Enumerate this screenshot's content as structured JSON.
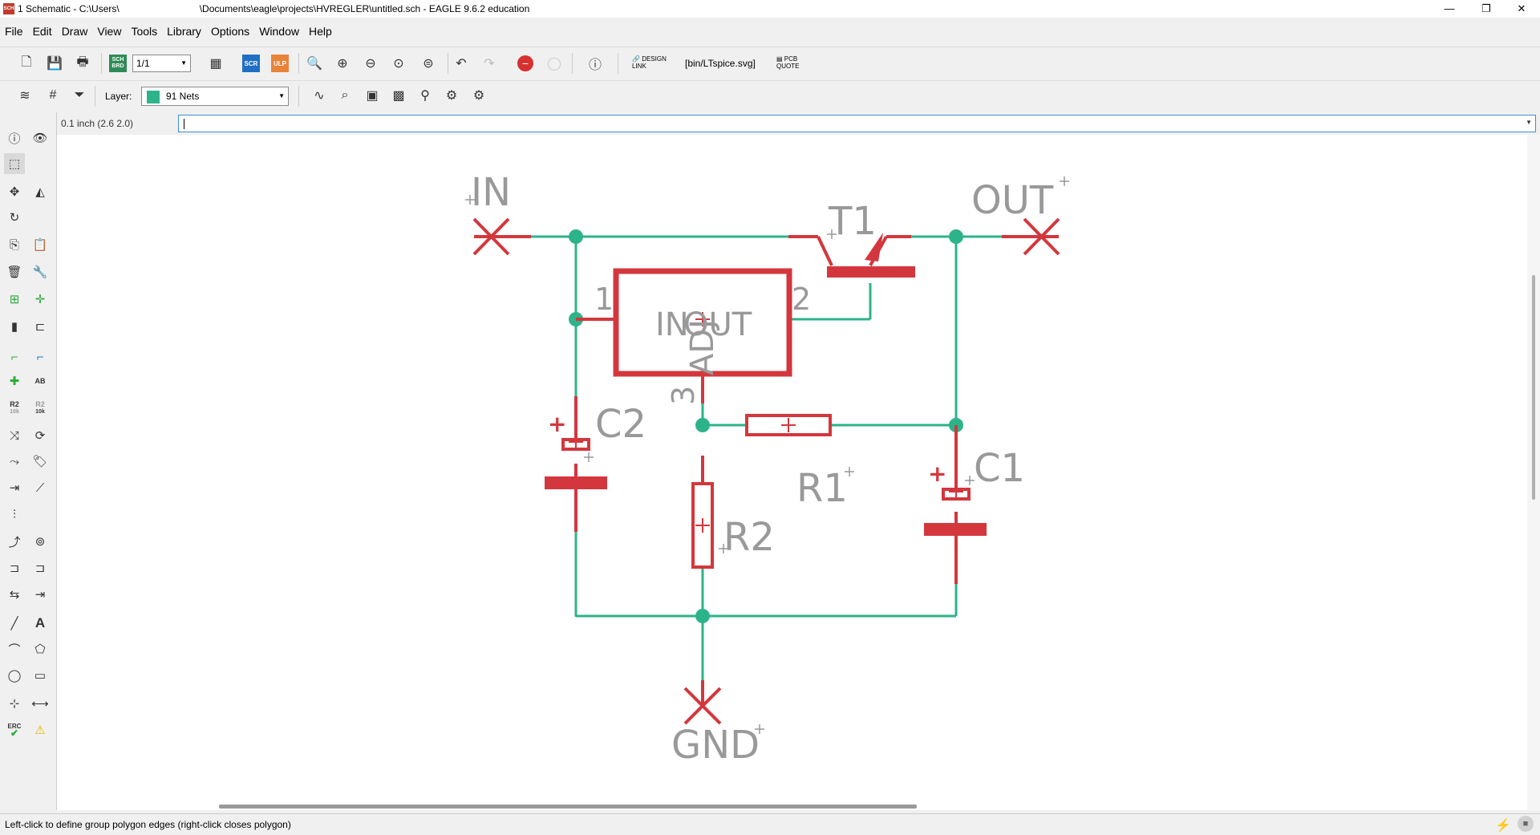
{
  "window": {
    "title": "1 Schematic - C:\\Users\\                              \\Documents\\eagle\\projects\\HVREGLER\\untitled.sch - EAGLE 9.6.2 education",
    "app_icon": "SCH",
    "minimize": "—",
    "maximize": "❐",
    "close": "✕"
  },
  "menu": [
    "File",
    "Edit",
    "Draw",
    "View",
    "Tools",
    "Library",
    "Options",
    "Window",
    "Help"
  ],
  "toolbar": {
    "sheet_value": "1/1",
    "sch_brd_label": "SCH BRD",
    "scr_label": "SCR",
    "ulp_label": "ULP",
    "design_link_label": "DESIGN LINK",
    "script_label": "[bin/LTspice.svg]",
    "pcb_quote_label": "PCB QUOTE"
  },
  "toolbar2": {
    "layer_label": "Layer:",
    "layer_value": "91 Nets",
    "layer_color": "#2db38a"
  },
  "command": {
    "coordinate": "0.1 inch (2.6 2.0)",
    "input_value": ""
  },
  "lefttools": {
    "r2_label": "R2",
    "r2_sub": "10k",
    "ab_label": "AB",
    "erc_label": "ERC"
  },
  "schematic": {
    "net_color": "#2db38a",
    "part_color": "#d3373d",
    "label_color": "#999999",
    "labels": {
      "in": "IN",
      "out": "OUT",
      "gnd": "GND",
      "t1": "T1",
      "c1": "C1",
      "c2": "C2",
      "r1": "R1",
      "r2": "R2",
      "ic_in": "IN",
      "ic_out": "OUT",
      "ic_adj": "ADJ",
      "pin1": "1",
      "pin2": "2",
      "pin3": "3",
      "plus": "+"
    }
  },
  "status": {
    "message": "Left-click to define group polygon edges (right-click closes polygon)"
  }
}
